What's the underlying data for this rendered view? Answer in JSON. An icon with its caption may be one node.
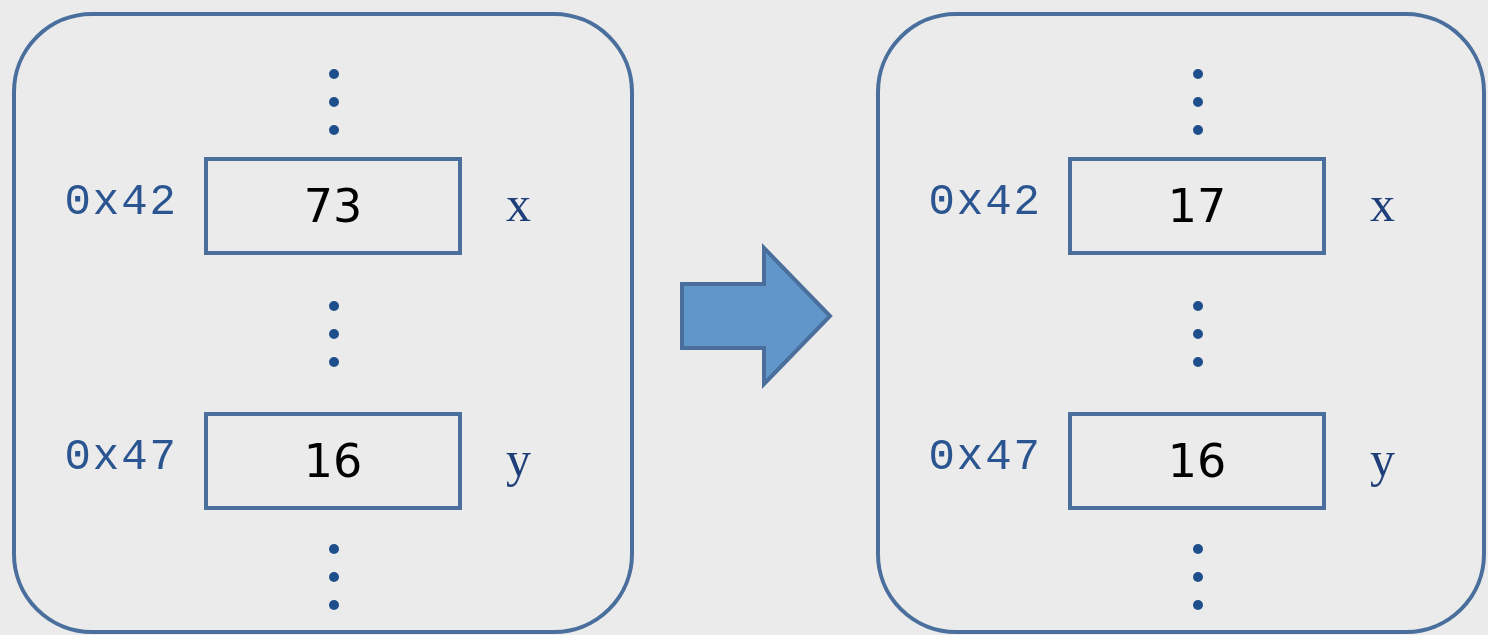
{
  "diagram": {
    "nodes": [
      {
        "text": [],
        "shape": "box"
      },
      {
        "text": [
          "73"
        ],
        "in": 0,
        "beside": [
          "0x42",
          "x"
        ]
      },
      {
        "text": [
          "16"
        ],
        "in": 0,
        "beside": [
          "0x47",
          "y"
        ]
      },
      {
        "text": [],
        "shape": "box"
      },
      {
        "text": [
          "17"
        ],
        "in": 3,
        "beside": [
          "0x42",
          "x"
        ]
      },
      {
        "text": [
          "16"
        ],
        "in": 3,
        "beside": [
          "0x47",
          "y"
        ]
      }
    ],
    "edges": [
      {
        "from": 0,
        "to": 3,
        "arrow": "to"
      }
    ]
  }
}
